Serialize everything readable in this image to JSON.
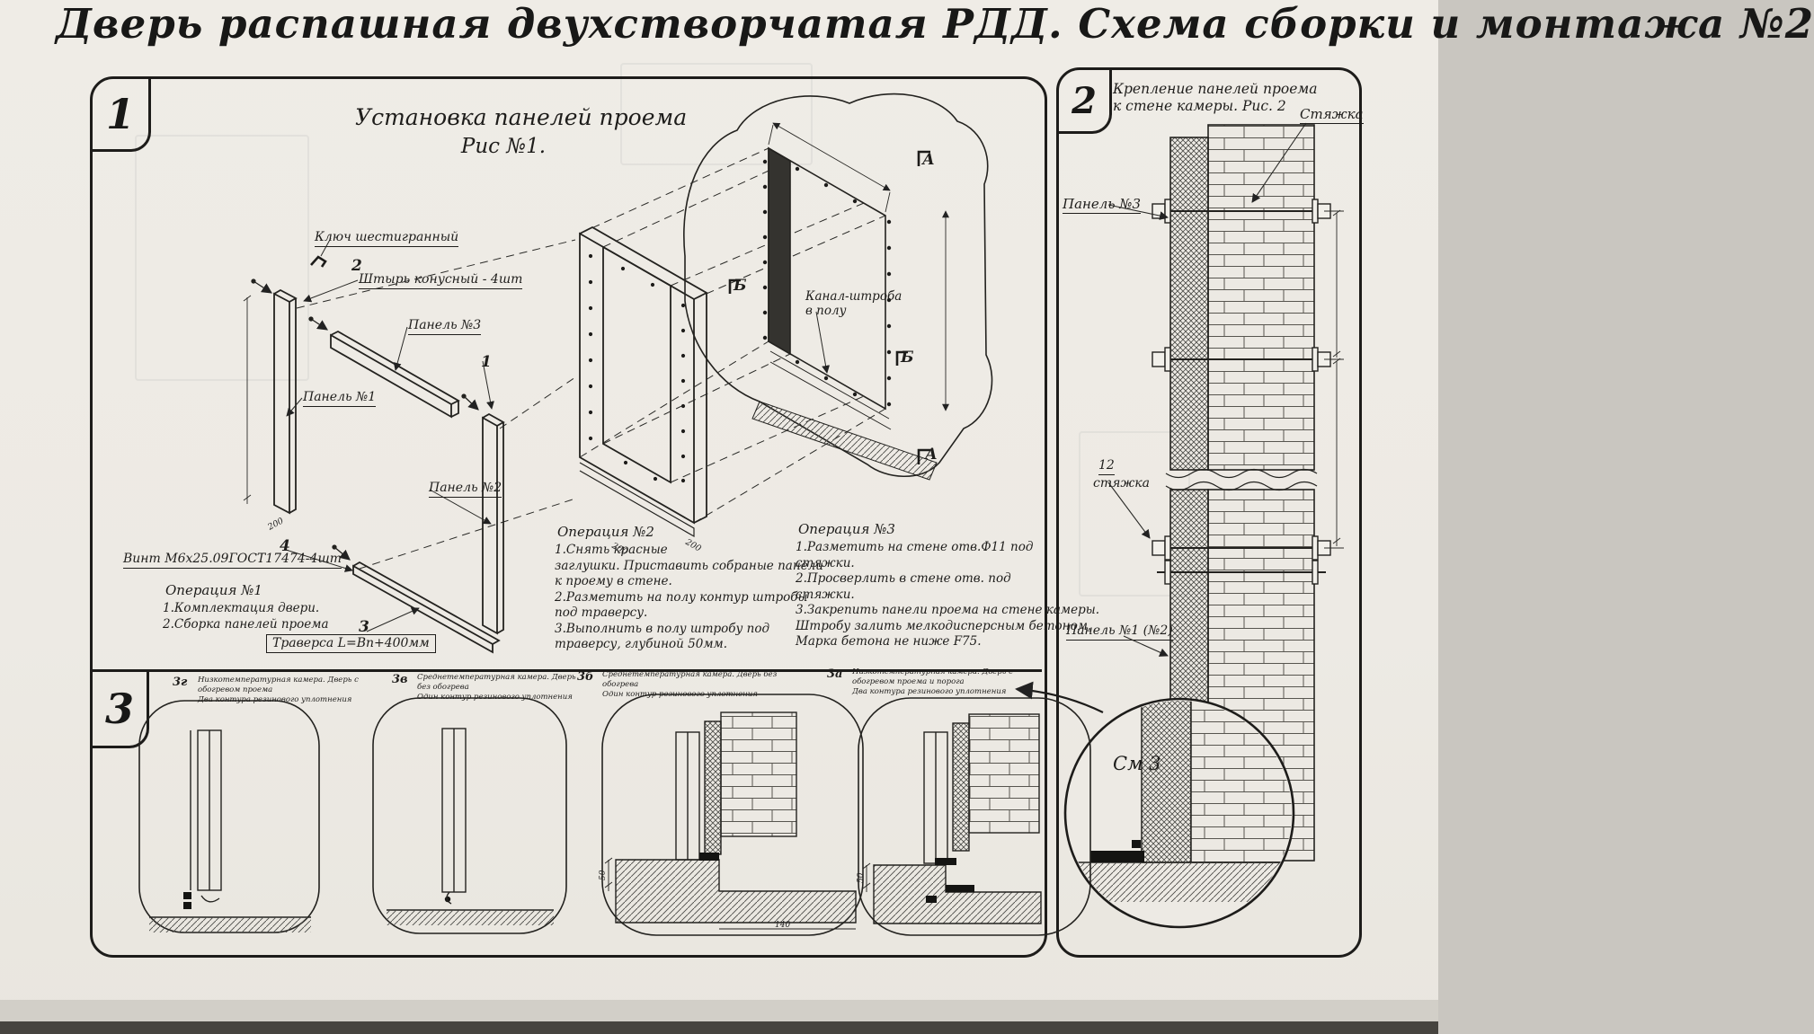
{
  "page": {
    "title": "Дверь распашная двухстворчатая РДД.  Схема сборки и монтажа №2"
  },
  "fig1": {
    "badge": "1",
    "heading1": "Установка панелей проема",
    "heading2": "Рис №1.",
    "hex_key": "Ключ шестигранный",
    "pin_num": "2",
    "pin": "Штырь конусный - 4шт",
    "panel3": "Панель №3",
    "panel1": "Панель №1",
    "panel2": "Панель №2",
    "balloon1": "1",
    "screw_num": "4",
    "screw": "Винт М6х25.09ГОСТ17474-4шт",
    "traverse_num": "3",
    "traverse": "Траверса  L=Bп+400мм",
    "channel": "Канал-штроба\nв полу",
    "marker_a": "А",
    "marker_b": "Б",
    "op1_title": "Операция №1",
    "op1_text": "1.Комплектация двери.\n2.Сборка панелей проема",
    "op2_title": "Операция №2",
    "op2_text": "1.Снять красные\nзаглушки. Приставить собраные панели\nк проему в стене.\n2.Разметить на полу контур штробы\nпод траверсу.\n3.Выполнить в полу штробу под\nтраверсу, глубиной 50мм.",
    "op3_title": "Операция №3",
    "op3_text": "1.Разметить на стене отв.Ф11 под\nстяжки.\n2.Просверлить в стене отв.  под\nстяжки.\n3.Закрепить панели проема на стене камеры.\nШтробу залить мелкодисперсным бетоном.\nМарка бетона не ниже   F75.",
    "dim_200a": "200",
    "dim_200b": "200",
    "dim_200c": "200"
  },
  "fig2": {
    "badge": "2",
    "heading": "Крепление панелей проема\nк стене камеры. Рис. 2",
    "tie_label": "Стяжка",
    "panel3": "Панель №3",
    "pos12": "12",
    "tie_small": "стяжка",
    "panel12": "Панель №1 (№2)",
    "see3": "См 3"
  },
  "fig3": {
    "badge": "3",
    "items": [
      {
        "id": "3г",
        "caption": "Низкотемпературная камера. Дверь с обогревом проема\nДва контура резинового уплотнения"
      },
      {
        "id": "3в",
        "caption": "Среднетемпературная камера. Дверь без обогрева\nОдин контур резинового уплотнения"
      },
      {
        "id": "3б",
        "caption": "Среднетемпературная камера. Дверь без обогрева\nОдин контур резинового уплотнения"
      },
      {
        "id": "3а",
        "caption": "Низкотемпературная камера. Дверь с обогревом проема и порога\nДва контура резинового уплотнения"
      }
    ],
    "dim50a": "50",
    "dim50b": "50",
    "dim140": "140"
  }
}
